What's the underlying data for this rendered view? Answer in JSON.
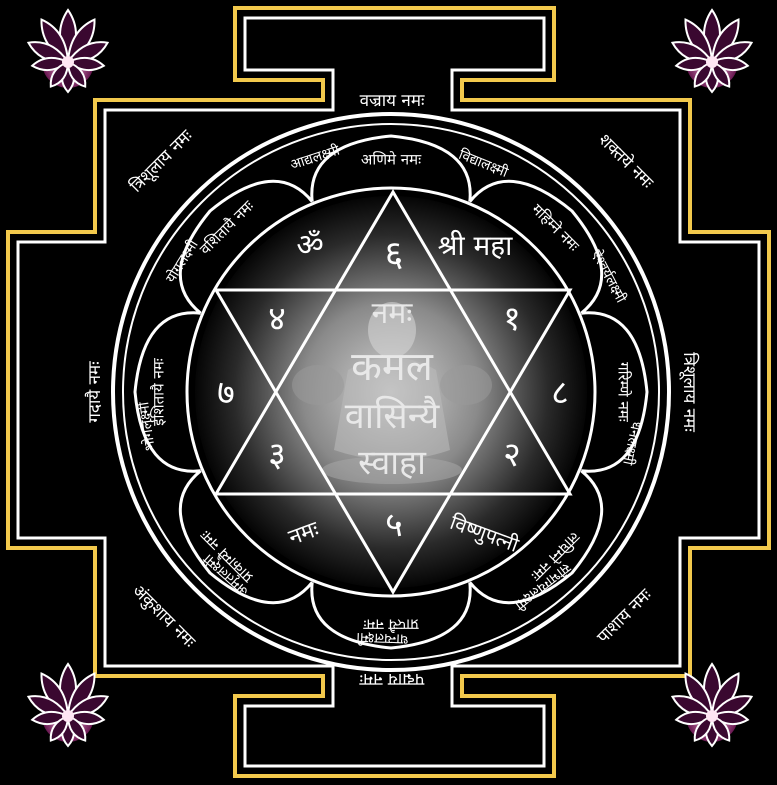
{
  "palette": {
    "background": "#000000",
    "frame_gold": "#f2c94c",
    "line_white": "#ffffff",
    "center_glow": "#bdbdbd",
    "lotus_pink": "#a0307a"
  },
  "outer_inscriptions": {
    "top": "वज्राय नमः",
    "bottom": "पद्माय नमः",
    "left": "गदायै नमः",
    "right": "त्रिशूलाय नमः",
    "top_left": "त्रिशूलाय नमः",
    "top_right": "शक्तये नमः",
    "bottom_left": "अंकुशाय नमः",
    "bottom_right": "पाशाय नमः"
  },
  "petal_inscriptions": [
    "अणिमे नमः",
    "महिम्ने नमः",
    "गरिम्णे नमः",
    "लघिम्ने नमः",
    "प्राप्त्यै नमः",
    "प्राकाम्यै नमः",
    "ईशितायै नमः",
    "वशितायै नमः"
  ],
  "lakshmi_names": [
    "विद्यालक्ष्मी",
    "ऐश्वर्यलक्ष्मी",
    "धनलक्ष्मी",
    "सौभाग्यलक्ष्मी",
    "धान्यलक्ष्मी",
    "अमृतलक्ष्मी",
    "भोगलक्ष्मी",
    "योगलक्ष्मी",
    "आद्यलक्ष्मी"
  ],
  "star_labels": {
    "om": "ॐ",
    "shri_maha": "श्री महा",
    "num_top": "६",
    "num_upper_left": "४",
    "num_upper_right": "१",
    "num_left": "७",
    "num_right": "८",
    "num_lower_left": "३",
    "num_lower_right": "२",
    "num_bottom": "५",
    "lower_left_text": "नमः",
    "lower_right_text": "विष्णुपत्नी"
  },
  "center_mantra": [
    "नमः",
    "कमल",
    "वासिन्यै",
    "स्वाहा"
  ],
  "deity_image": "lakshmi-figure"
}
